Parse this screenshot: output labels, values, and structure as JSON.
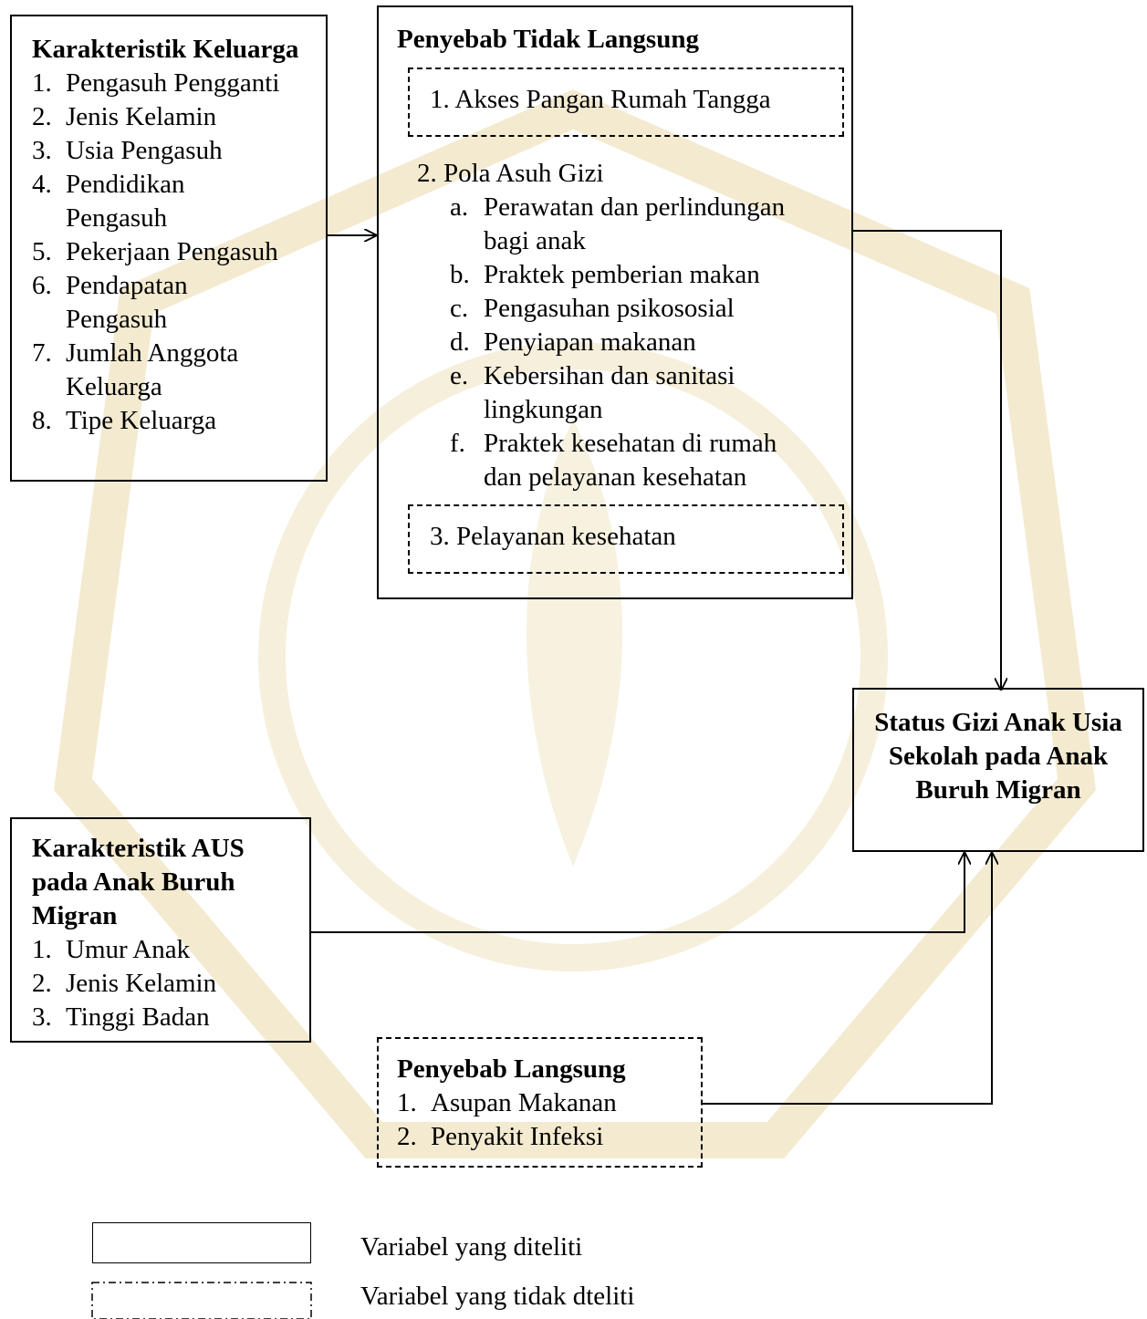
{
  "family_box": {
    "title": "Karakteristik Keluarga",
    "items": [
      {
        "n": "1.",
        "text": "Pengasuh Pengganti"
      },
      {
        "n": "2.",
        "text": "Jenis Kelamin"
      },
      {
        "n": "3.",
        "text": "Usia Pengasuh"
      },
      {
        "n": "4.",
        "text": "Pendidikan Pengasuh"
      },
      {
        "n": "5.",
        "text": "Pekerjaan Pengasuh"
      },
      {
        "n": "6.",
        "text": "Pendapatan Pengasuh"
      },
      {
        "n": "7.",
        "text": "Jumlah Anggota Keluarga"
      },
      {
        "n": "8.",
        "text": "Tipe Keluarga"
      }
    ]
  },
  "indirect_box": {
    "title": "Penyebab Tidak Langsung",
    "item1": "1. Akses Pangan Rumah Tangga",
    "item2": "2. Pola Asuh Gizi",
    "subitems": [
      {
        "l": "a.",
        "text": "Perawatan dan perlindungan bagi anak"
      },
      {
        "l": "b.",
        "text": "Praktek pemberian makan"
      },
      {
        "l": "c.",
        "text": "Pengasuhan psikososial"
      },
      {
        "l": "d.",
        "text": "Penyiapan makanan"
      },
      {
        "l": "e.",
        "text": "Kebersihan dan sanitasi lingkungan"
      },
      {
        "l": "f.",
        "text": "Praktek kesehatan di rumah dan pelayanan kesehatan"
      }
    ],
    "item3": "3. Pelayanan kesehatan"
  },
  "status_box": {
    "title": "Status Gizi Anak Usia Sekolah pada Anak Buruh Migran"
  },
  "aus_box": {
    "title": "Karakteristik AUS pada Anak Buruh Migran",
    "items": [
      {
        "n": "1.",
        "text": "Umur Anak"
      },
      {
        "n": "2.",
        "text": "Jenis Kelamin"
      },
      {
        "n": "3.",
        "text": "Tinggi Badan"
      }
    ]
  },
  "direct_box": {
    "title": "Penyebab Langsung",
    "items": [
      {
        "n": "1.",
        "text": "Asupan Makanan"
      },
      {
        "n": "2.",
        "text": "Penyakit Infeksi"
      }
    ]
  },
  "legend": {
    "studied": "Variabel yang diteliti",
    "not_studied": "Variabel yang tidak dteliti"
  },
  "colors": {
    "line": "#000000",
    "watermark": "#f3ead0"
  }
}
